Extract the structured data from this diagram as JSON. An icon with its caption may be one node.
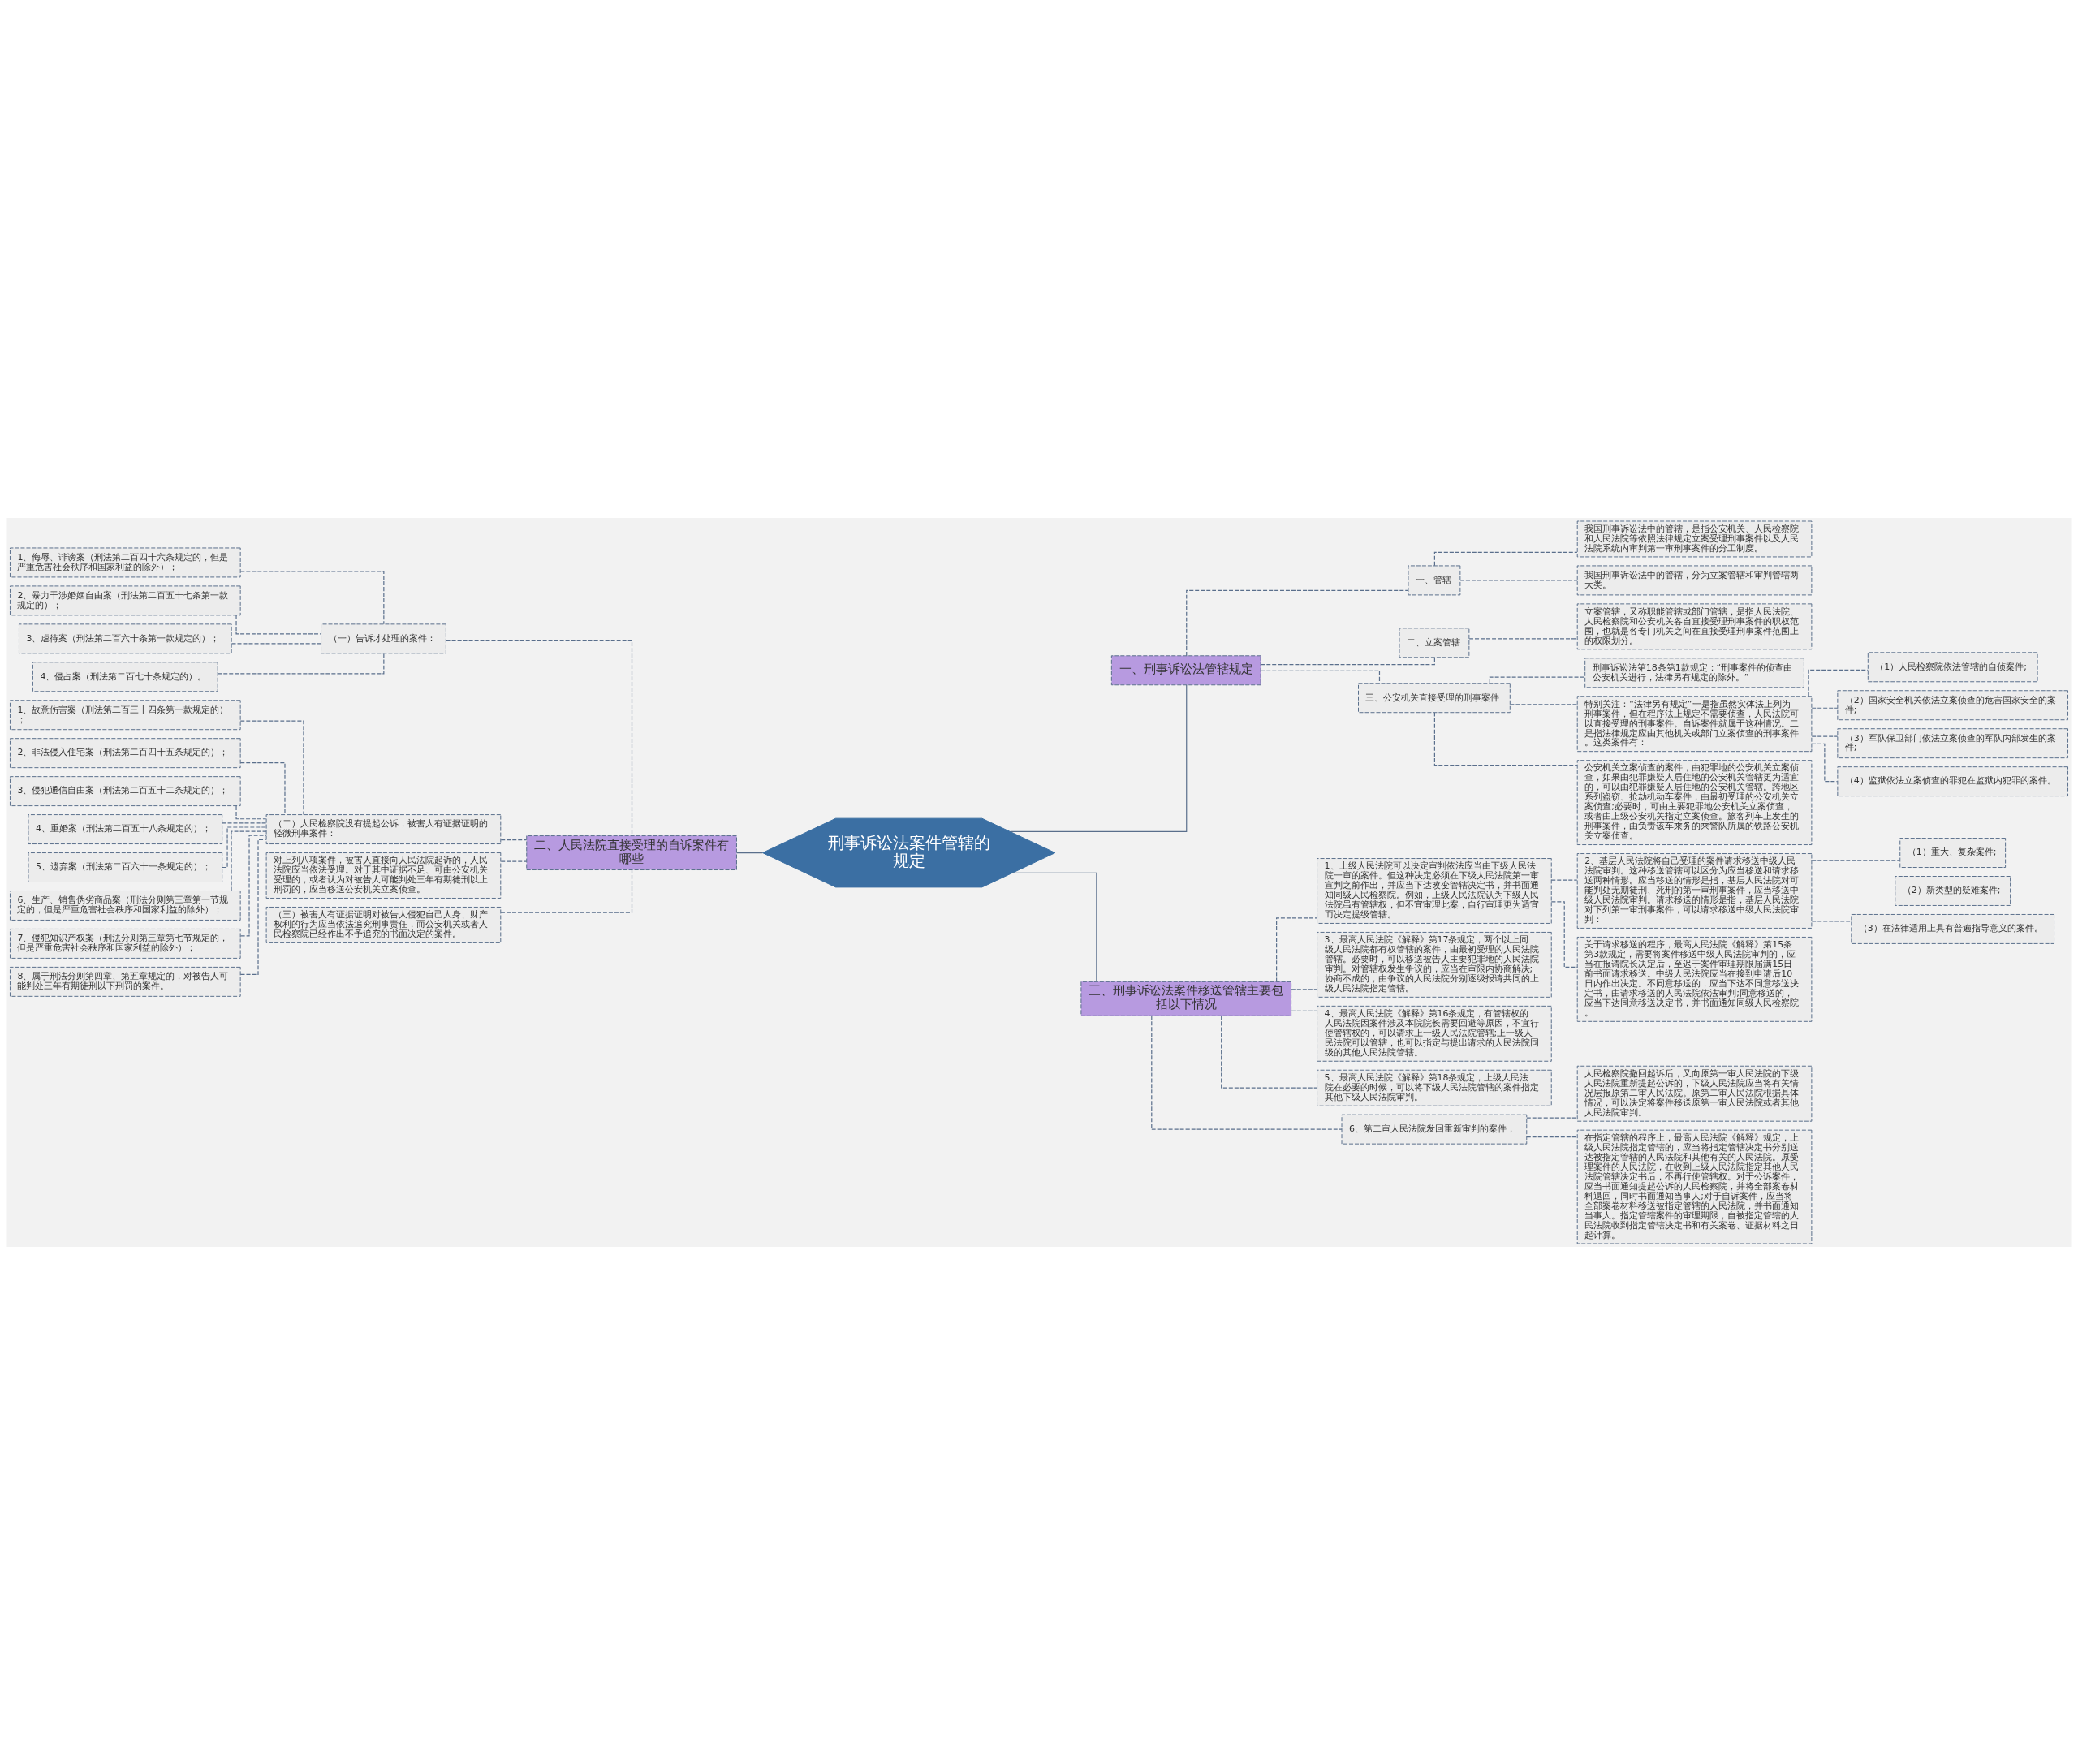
{
  "diagram": {
    "nodes": [
      {
        "text": [
          "刑事诉讼法案件管辖的规定"
        ]
      },
      {
        "text": [
          "一、刑事诉讼法管辖规定"
        ]
      },
      {
        "text": [
          "一、管辖"
        ]
      },
      {
        "text": [
          "我国刑事诉讼法中的管辖，是指公安机关、人民检察院和人民法院等依照法律规定立案受理刑事案件以及人民法院系统内审判第一审刑事案件的分工制度。"
        ]
      },
      {
        "text": [
          "我国刑事诉讼法中的管辖，分为立案管辖和审判管辖两大类。"
        ]
      },
      {
        "text": [
          "二、立案管辖"
        ]
      },
      {
        "text": [
          "立案管辖，又称职能管辖或部门管辖，是指人民法院、人民检察院和公安机关各自直接受理刑事案件的职权范围，也就是各专门机关之间在直接受理刑事案件范围上的权限划分。"
        ]
      },
      {
        "text": [
          "三、公安机关直接受理的刑事案件"
        ]
      },
      {
        "text": [
          "刑事诉讼法第18条第1款规定：“刑事案件的侦查由公安机关进行，法律另有规定的除外。”"
        ]
      },
      {
        "text": [
          "特别关注：“法律另有规定”一是指虽然实体法上列为刑事案件，但在程序法上规定不需要侦查，人民法院可以直接受理的刑事案件。自诉案件就属于这种情况。二是指法律规定应由其他机关或部门立案侦查的刑事案件。这类案件有："
        ]
      },
      {
        "text": [
          "（1）人民检察院依法管辖的自侦案件;"
        ]
      },
      {
        "text": [
          "（2）国家安全机关依法立案侦查的危害国家安全的案件;"
        ]
      },
      {
        "text": [
          "（3）军队保卫部门依法立案侦查的军队内部发生的案件;"
        ]
      },
      {
        "text": [
          "（4）监狱依法立案侦查的罪犯在监狱内犯罪的案件。"
        ]
      },
      {
        "text": [
          "公安机关立案侦查的案件，由犯罪地的公安机关立案侦查，如果由犯罪嫌疑人居住地的公安机关管辖更为适宜的，可以由犯罪嫌疑人居住地的公安机关管辖。跨地区系列盗窃、抢劫机动车案件，由最初受理的公安机关立案侦查;必要时，可由主要犯罪地公安机关立案侦查，或者由上级公安机关指定立案侦查。旅客列车上发生的刑事案件，由负责该车乘务的乘警队所属的铁路公安机关立案侦查。"
        ]
      },
      {
        "text": [
          "二、人民法院直接受理的自诉案件有哪些"
        ]
      },
      {
        "text": [
          "（一）告诉才处理的案件："
        ]
      },
      {
        "text": [
          "1、侮辱、诽谤案（刑法第二百四十六条规定的，但是严重危害社会秩序和国家利益的除外）；"
        ]
      },
      {
        "text": [
          "2、暴力干涉婚姻自由案（刑法第二百五十七条第一款规定的）；"
        ]
      },
      {
        "text": [
          "3、虐待案（刑法第二百六十条第一款规定的）；"
        ]
      },
      {
        "text": [
          "4、侵占案（刑法第二百七十条规定的）。"
        ]
      },
      {
        "text": [
          "（二）人民检察院没有提起公诉，被害人有证据证明的轻微刑事案件："
        ]
      },
      {
        "text": [
          "1、故意伤害案（刑法第二百三十四条第一款规定的）；"
        ]
      },
      {
        "text": [
          "2、非法侵入住宅案（刑法第二百四十五条规定的）；"
        ]
      },
      {
        "text": [
          "3、侵犯通信自由案（刑法第二百五十二条规定的）；"
        ]
      },
      {
        "text": [
          "4、重婚案（刑法第二百五十八条规定的）；"
        ]
      },
      {
        "text": [
          "5、遗弃案（刑法第二百六十一条规定的）；"
        ]
      },
      {
        "text": [
          "6、生产、销售伪劣商品案（刑法分则第三章第一节规定的，但是严重危害社会秩序和国家利益的除外）；"
        ]
      },
      {
        "text": [
          "7、侵犯知识产权案（刑法分则第三章第七节规定的，但是严重危害社会秩序和国家利益的除外）；"
        ]
      },
      {
        "text": [
          "8、属于刑法分则第四章、第五章规定的，对被告人可能判处三年有期徒刑以下刑罚的案件。"
        ]
      },
      {
        "text": [
          "对上列八项案件，被害人直接向人民法院起诉的，人民法院应当依法受理。对于其中证据不足、可由公安机关受理的，或者认为对被告人可能判处三年有期徒刑以上刑罚的，应当移送公安机关立案侦查。"
        ]
      },
      {
        "text": [
          "（三）被害人有证据证明对被告人侵犯自己人身、财产权利的行为应当依法追究刑事责任，而公安机关或者人民检察院已经作出不予追究的书面决定的案件。"
        ]
      },
      {
        "text": [
          "三、刑事诉讼法案件移送管辖主要包括以下情况"
        ]
      },
      {
        "text": [
          "1、上级人民法院可以决定审判依法应当由下级人民法院一审的案件。但这种决定必须在下级人民法院第一审宣判之前作出，并应当下达改变管辖决定书，并书面通知同级人民检察院。例如，上级人民法院认为下级人民法院虽有管辖权，但不宜审理此案，自行审理更为适宜而决定提级管辖。"
        ]
      },
      {
        "text": [
          "2、基层人民法院将自己受理的案件请求移送中级人民法院审判。这种移送管辖可以区分为应当移送和请求移送两种情形。应当移送的情形是指，基层人民法院对可能判处无期徒刑、死刑的第一审刑事案件，应当移送中级人民法院审判。请求移送的情形是指，基层人民法院对下列第一审刑事案件，可以请求移送中级人民法院审判："
        ]
      },
      {
        "text": [
          "（1）重大、复杂案件;"
        ]
      },
      {
        "text": [
          "（2）新类型的疑难案件;"
        ]
      },
      {
        "text": [
          "（3）在法律适用上具有普遍指导意义的案件。"
        ]
      },
      {
        "text": [
          "关于请求移送的程序，最高人民法院《解释》第15条第3款规定，需要将案件移送中级人民法院审判的，应当在报请院长决定后，至迟于案件审理期限届满15日前书面请求移送。中级人民法院应当在接到申请后10日内作出决定。不同意移送的，应当下达不同意移送决定书，由请求移送的人民法院依法审判;同意移送的，应当下达同意移送决定书，并书面通知同级人民检察院。"
        ]
      },
      {
        "text": [
          "3、最高人民法院《解释》第17条规定，两个以上同级人民法院都有权管辖的案件，由最初受理的人民法院管辖。必要时，可以移送被告人主要犯罪地的人民法院审判。对管辖权发生争议的，应当在审限内协商解决;协商不成的，由争议的人民法院分别逐级报请共同的上级人民法院指定管辖。"
        ]
      },
      {
        "text": [
          "4、最高人民法院《解释》第16条规定，有管辖权的人民法院因案件涉及本院院长需要回避等原因，不宜行使管辖权的，可以请求上一级人民法院管辖;上一级人民法院可以管辖，也可以指定与提出请求的人民法院同级的其他人民法院管辖。"
        ]
      },
      {
        "text": [
          "5、最高人民法院《解释》第18条规定，上级人民法院在必要的时候，可以将下级人民法院管辖的案件指定其他下级人民法院审判。"
        ]
      },
      {
        "text": [
          "6、第二审人民法院发回重新审判的案件，"
        ]
      },
      {
        "text": [
          "人民检察院撤回起诉后，又向原第一审人民法院的下级人民法院重新提起公诉的，下级人民法院应当将有关情况层报原第二审人民法院。原第二审人民法院根据具体情况，可以决定将案件移送原第一审人民法院或者其他人民法院审判。"
        ]
      },
      {
        "text": [
          "在指定管辖的程序上，最高人民法院《解释》规定，上级人民法院指定管辖的，应当将指定管辖决定书分别送达被指定管辖的人民法院和其他有关的人民法院。原受理案件的人民法院，在收到上级人民法院指定其他人民法院管辖决定书后，不再行使管辖权。对于公诉案件，应当书面通知提起公诉的人民检察院，并将全部案卷材料退回，同时书面通知当事人;对于自诉案件，应当将全部案卷材料移送被指定管辖的人民法院，并书面通知当事人。指定管辖案件的审理期限，自被指定管辖的人民法院收到指定管辖决定书和有关案卷、证据材料之日起计算。"
        ]
      }
    ],
    "edges": [
      {
        "from": 0,
        "to": 1,
        "arrow": "none"
      },
      {
        "from": 1,
        "to": 2,
        "arrow": "none",
        "style": "dashed"
      },
      {
        "from": 2,
        "to": 3,
        "arrow": "none",
        "style": "dashed"
      },
      {
        "from": 2,
        "to": 4,
        "arrow": "none",
        "style": "dashed"
      },
      {
        "from": 1,
        "to": 5,
        "arrow": "none",
        "style": "dashed"
      },
      {
        "from": 5,
        "to": 6,
        "arrow": "none",
        "style": "dashed"
      },
      {
        "from": 1,
        "to": 7,
        "arrow": "none",
        "style": "dashed"
      },
      {
        "from": 7,
        "to": 8,
        "arrow": "none",
        "style": "dashed"
      },
      {
        "from": 7,
        "to": 9,
        "arrow": "none",
        "style": "dashed"
      },
      {
        "from": 9,
        "to": 10,
        "arrow": "none",
        "style": "dashed"
      },
      {
        "from": 9,
        "to": 11,
        "arrow": "none",
        "style": "dashed"
      },
      {
        "from": 9,
        "to": 12,
        "arrow": "none",
        "style": "dashed"
      },
      {
        "from": 9,
        "to": 13,
        "arrow": "none",
        "style": "dashed"
      },
      {
        "from": 7,
        "to": 14,
        "arrow": "none",
        "style": "dashed"
      },
      {
        "from": 0,
        "to": 15,
        "arrow": "none"
      },
      {
        "from": 15,
        "to": 16,
        "arrow": "none",
        "style": "dashed"
      },
      {
        "from": 16,
        "to": 17,
        "arrow": "none",
        "style": "dashed"
      },
      {
        "from": 16,
        "to": 18,
        "arrow": "none",
        "style": "dashed"
      },
      {
        "from": 16,
        "to": 19,
        "arrow": "none",
        "style": "dashed"
      },
      {
        "from": 16,
        "to": 20,
        "arrow": "none",
        "style": "dashed"
      },
      {
        "from": 15,
        "to": 21,
        "arrow": "none",
        "style": "dashed"
      },
      {
        "from": 21,
        "to": 22,
        "arrow": "none",
        "style": "dashed"
      },
      {
        "from": 21,
        "to": 23,
        "arrow": "none",
        "style": "dashed"
      },
      {
        "from": 21,
        "to": 24,
        "arrow": "none",
        "style": "dashed"
      },
      {
        "from": 21,
        "to": 25,
        "arrow": "none",
        "style": "dashed"
      },
      {
        "from": 21,
        "to": 26,
        "arrow": "none",
        "style": "dashed"
      },
      {
        "from": 21,
        "to": 27,
        "arrow": "none",
        "style": "dashed"
      },
      {
        "from": 21,
        "to": 28,
        "arrow": "none",
        "style": "dashed"
      },
      {
        "from": 21,
        "to": 29,
        "arrow": "none",
        "style": "dashed"
      },
      {
        "from": 15,
        "to": 30,
        "arrow": "none",
        "style": "dashed"
      },
      {
        "from": 15,
        "to": 31,
        "arrow": "none",
        "style": "dashed"
      },
      {
        "from": 0,
        "to": 32,
        "arrow": "none"
      },
      {
        "from": 32,
        "to": 33,
        "arrow": "none",
        "style": "dashed"
      },
      {
        "from": 33,
        "to": 34,
        "arrow": "none",
        "style": "dashed"
      },
      {
        "from": 34,
        "to": 35,
        "arrow": "none",
        "style": "dashed"
      },
      {
        "from": 34,
        "to": 36,
        "arrow": "none",
        "style": "dashed"
      },
      {
        "from": 34,
        "to": 37,
        "arrow": "none",
        "style": "dashed"
      },
      {
        "from": 33,
        "to": 38,
        "arrow": "none",
        "style": "dashed"
      },
      {
        "from": 32,
        "to": 39,
        "arrow": "none",
        "style": "dashed"
      },
      {
        "from": 32,
        "to": 40,
        "arrow": "none",
        "style": "dashed"
      },
      {
        "from": 32,
        "to": 41,
        "arrow": "none",
        "style": "dashed"
      },
      {
        "from": 32,
        "to": 42,
        "arrow": "none",
        "style": "dashed"
      },
      {
        "from": 42,
        "to": 43,
        "arrow": "none",
        "style": "dashed"
      },
      {
        "from": 42,
        "to": 44,
        "arrow": "none",
        "style": "dashed"
      }
    ]
  }
}
